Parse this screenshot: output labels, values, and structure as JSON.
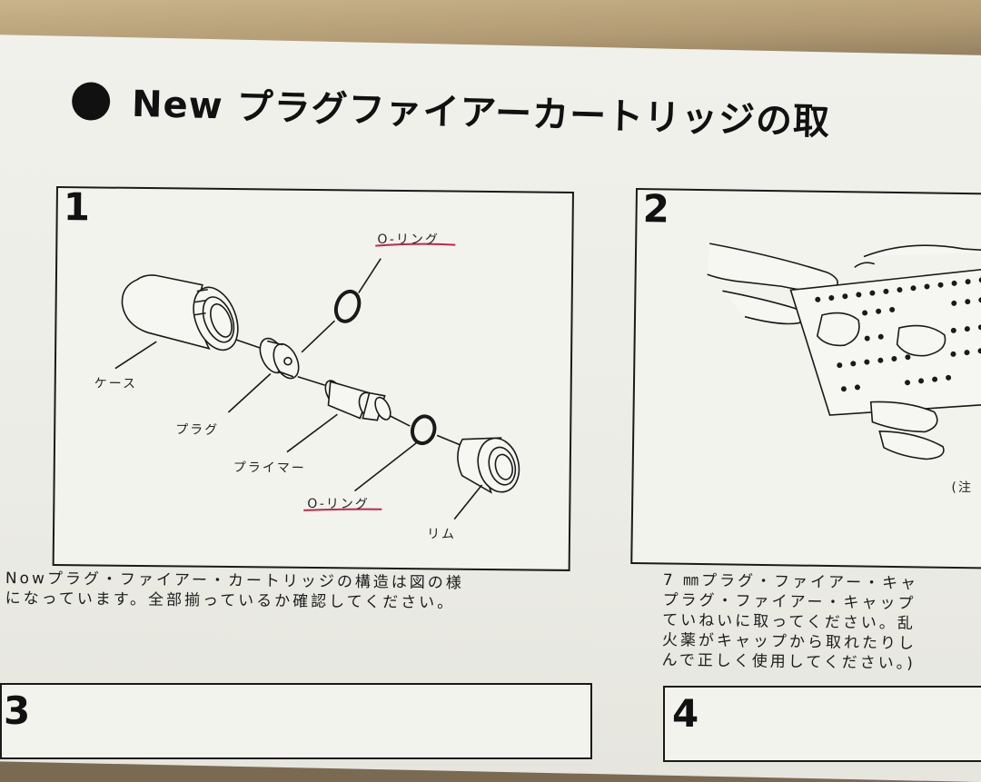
{
  "heading": {
    "text": "New プラグファイアーカートリッジの取"
  },
  "panels": [
    {
      "number": "1",
      "labels": {
        "oring_top": "O-リング",
        "case": "ケース",
        "plug": "プラグ",
        "primer": "プライマー",
        "oring_bottom": "O-リング",
        "rim": "リム"
      },
      "caption_lines": [
        "Nowプラグ・ファイアー・カートリッジの構造は図の様",
        "になっています。全部揃っているか確認してください。"
      ]
    },
    {
      "number": "2",
      "note": "(注",
      "caption_lines": [
        "7 ㎜プラグ・ファイアー・キャ",
        "プラグ・ファイアー・キャップ",
        "ていねいに取ってください。乱",
        "火薬がキャップから取れたりし",
        "んで正しく使用してください。)"
      ]
    },
    {
      "number": "3"
    },
    {
      "number": "4"
    }
  ],
  "colors": {
    "ink": "#111111",
    "paper": "#f1f1ec",
    "underline_red": "#c0264b",
    "cardboard": "#b39c75"
  }
}
